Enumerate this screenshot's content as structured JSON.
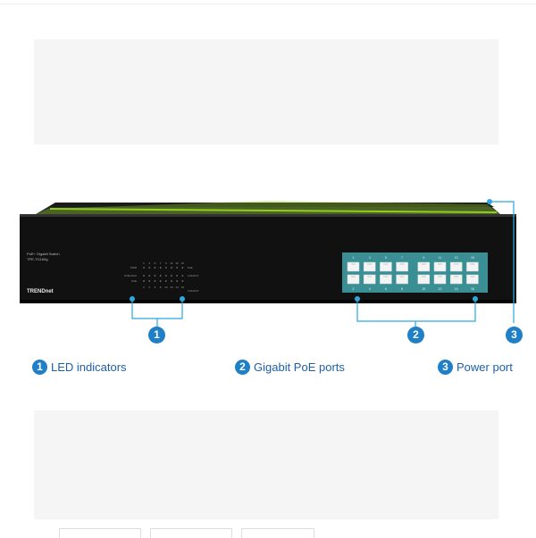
{
  "device": {
    "model_line1": "PoE+ Gigabit Switch",
    "model_line2": "TPE-TG160g",
    "brand": "TRENDnet",
    "led_rows": [
      "PWR",
      "POE MAX",
      "PoE"
    ],
    "led_col_numbers": [
      "1",
      "2",
      "3",
      "4",
      "5",
      "6",
      "7",
      "8",
      "9",
      "10",
      "11",
      "12",
      "13",
      "14",
      "15",
      "16"
    ],
    "led_tags": [
      "PoE",
      "LNK/ACT"
    ],
    "port_top_numbers": [
      "1",
      "3",
      "5",
      "7",
      "9",
      "11",
      "13",
      "15"
    ],
    "port_bottom_numbers": [
      "2",
      "4",
      "6",
      "8",
      "10",
      "12",
      "14",
      "16"
    ]
  },
  "callouts": [
    {
      "number": "1",
      "label": "LED indicators"
    },
    {
      "number": "2",
      "label": "Gigabit PoE ports"
    },
    {
      "number": "3",
      "label": "Power port"
    }
  ],
  "colors": {
    "accent": "#1f7fc7",
    "callout_line": "#2aa8e0",
    "text": "#1f5fa8",
    "port_panel": "#3a8f95",
    "switch_green": "#8fcf1f"
  }
}
